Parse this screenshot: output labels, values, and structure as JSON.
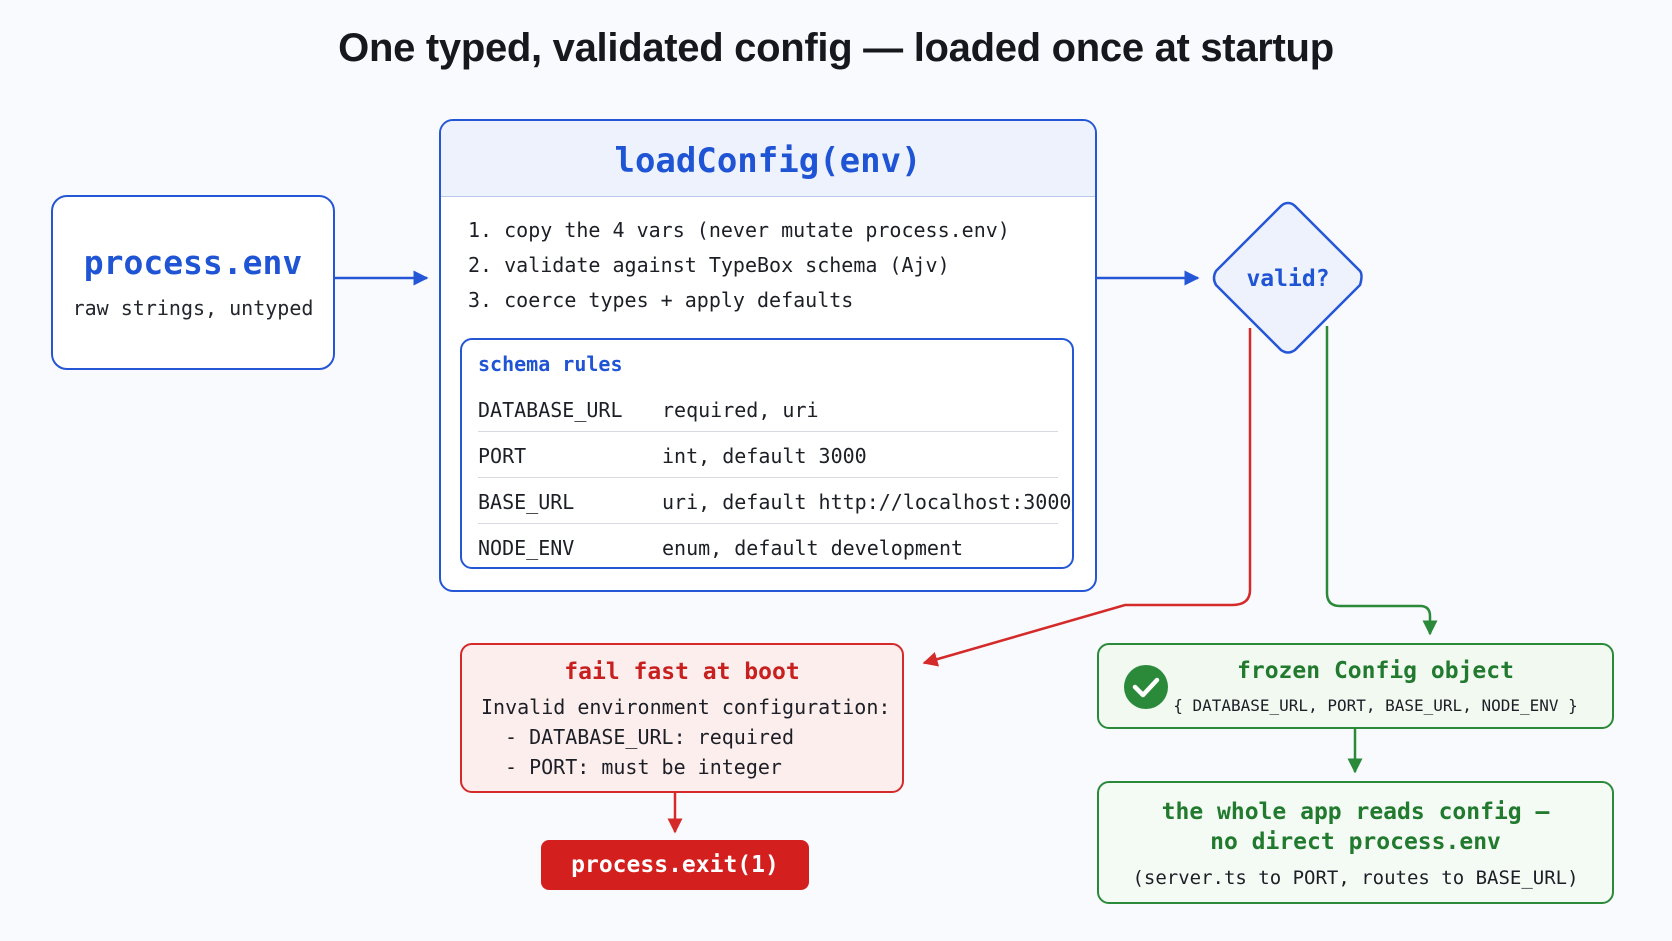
{
  "title": "One typed, validated config — loaded once at startup",
  "source": {
    "name": "process.env",
    "subtitle": "raw strings, untyped"
  },
  "loader": {
    "header": "loadConfig(env)",
    "steps": [
      "1. copy the 4 vars (never mutate process.env)",
      "2. validate against TypeBox schema (Ajv)",
      "3. coerce types + apply defaults"
    ],
    "schema": {
      "heading": "schema rules",
      "rows": [
        {
          "key": "DATABASE_URL",
          "rule": "required, uri"
        },
        {
          "key": "PORT",
          "rule": "int, default 3000"
        },
        {
          "key": "BASE_URL",
          "rule": "uri, default http://localhost:3000"
        },
        {
          "key": "NODE_ENV",
          "rule": "enum, default development"
        }
      ]
    }
  },
  "decision": {
    "label": "valid?"
  },
  "failure": {
    "title": "fail fast at boot",
    "message": "Invalid environment configuration:",
    "errors": [
      "- DATABASE_URL: required",
      "- PORT: must be integer"
    ],
    "exit": "process.exit(1)"
  },
  "success": {
    "title": "frozen Config object",
    "fields": "{ DATABASE_URL, PORT, BASE_URL, NODE_ENV }",
    "consumer": {
      "line1": "the whole app reads config —",
      "line2": "no direct process.env",
      "line3": "(server.ts to PORT, routes to BASE_URL)"
    }
  },
  "colors": {
    "blue": "#2456d6",
    "red": "#d42a2a",
    "green": "#2b8a3a"
  },
  "icons": {
    "success": "check-circle-icon"
  }
}
